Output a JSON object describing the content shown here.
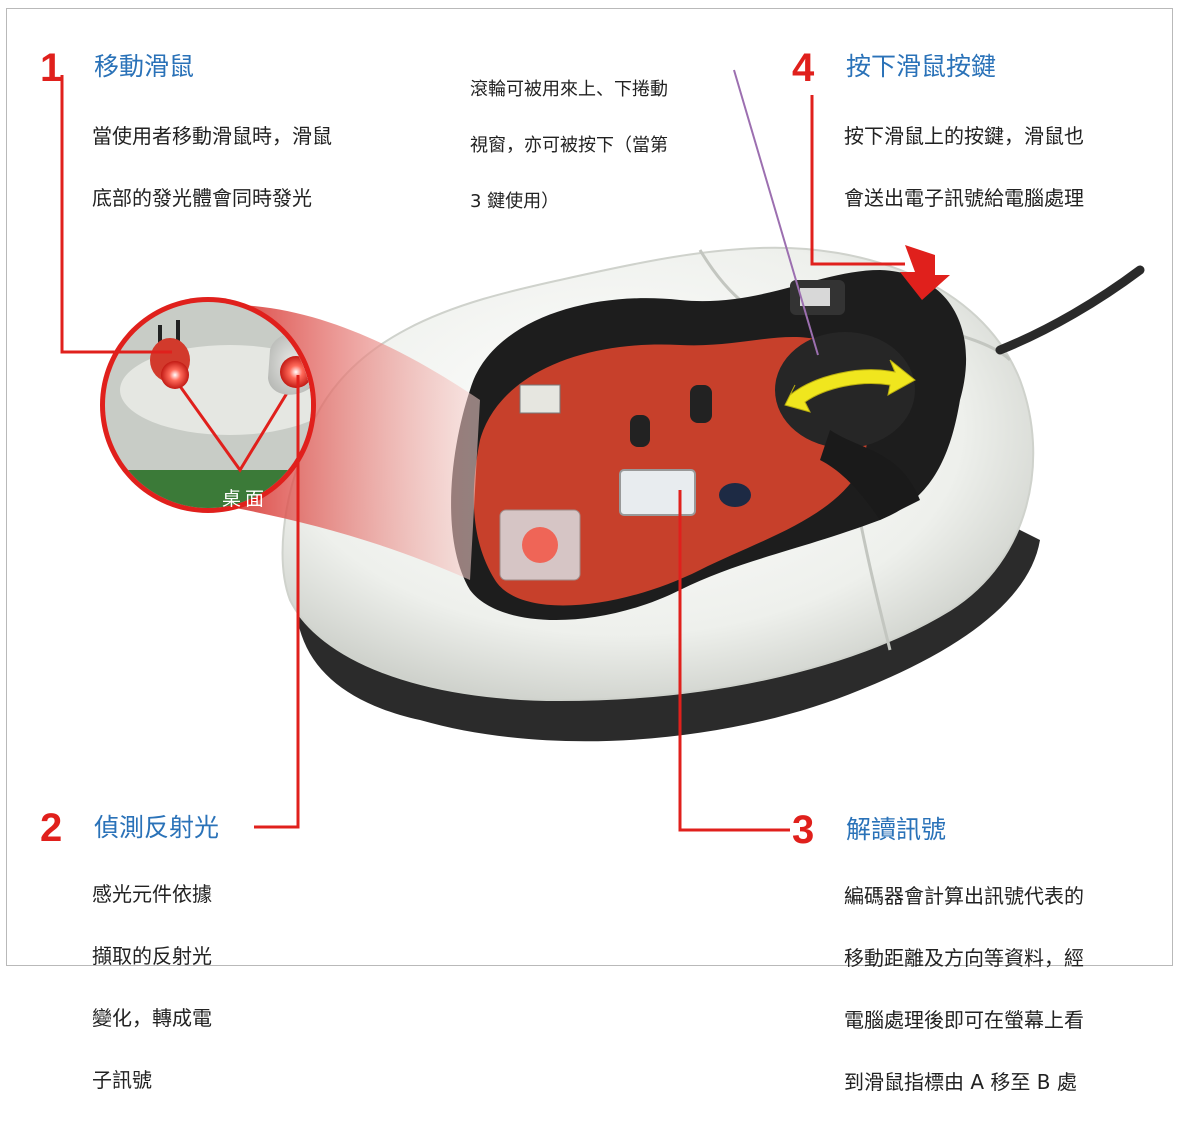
{
  "callouts": {
    "c1": {
      "number": "1",
      "title": "移動滑鼠",
      "lines": [
        "當使用者移動滑鼠時，滑鼠",
        "底部的發光體會同時發光"
      ]
    },
    "c2": {
      "number": "2",
      "title": "偵測反射光",
      "lines": [
        "感光元件依據",
        "擷取的反射光",
        "變化，轉成電",
        "子訊號"
      ]
    },
    "c3": {
      "number": "3",
      "title": "解讀訊號",
      "lines": [
        "編碼器會計算出訊號代表的",
        "移動距離及方向等資料，經",
        "電腦處理後即可在螢幕上看",
        "到滑鼠指標由 A 移至 B 處"
      ]
    },
    "c4": {
      "number": "4",
      "title": "按下滑鼠按鍵",
      "lines": [
        "按下滑鼠上的按鍵，滑鼠也",
        "會送出電子訊號給電腦處理"
      ]
    }
  },
  "wheel_note": {
    "lines": [
      "滾輪可被用來上、下捲動",
      "視窗，亦可被按下（當第",
      "3 鍵使用）"
    ]
  },
  "inset": {
    "surface_label": "桌面"
  },
  "colors": {
    "accent_red": "#e0201c",
    "title_blue": "#2a72b8",
    "leader_purple": "#9c6fb0"
  }
}
